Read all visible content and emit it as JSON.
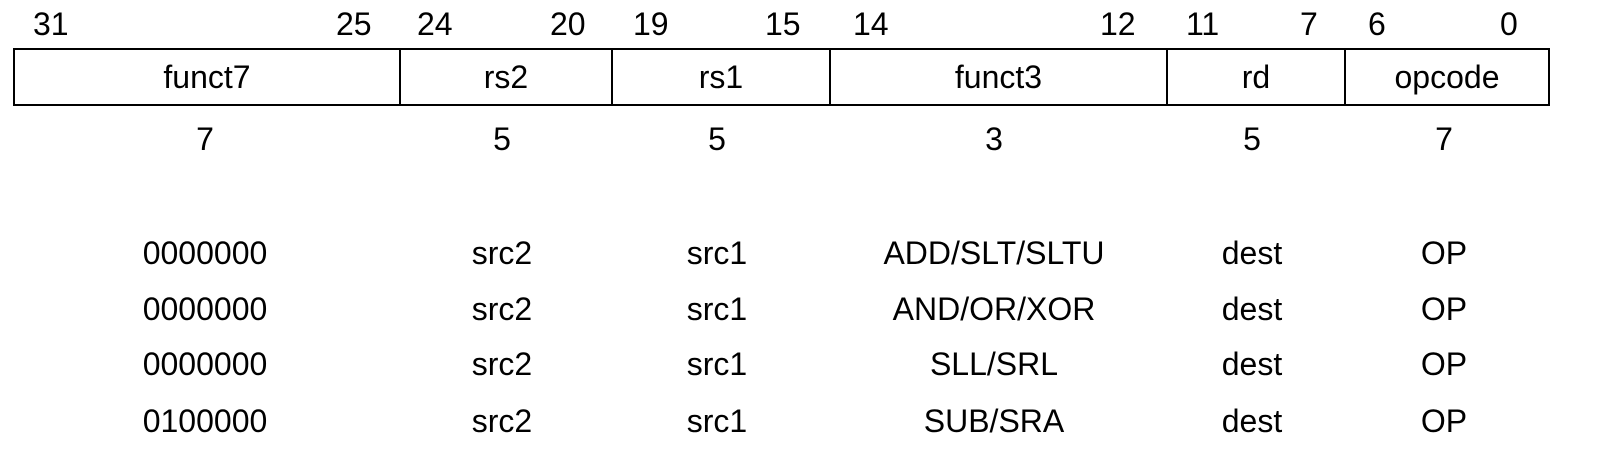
{
  "bit_numbers": [
    "31",
    "25",
    "24",
    "20",
    "19",
    "15",
    "14",
    "12",
    "11",
    "7",
    "6",
    "0"
  ],
  "fields": [
    {
      "name": "funct7",
      "width": "7"
    },
    {
      "name": "rs2",
      "width": "5"
    },
    {
      "name": "rs1",
      "width": "5"
    },
    {
      "name": "funct3",
      "width": "3"
    },
    {
      "name": "rd",
      "width": "5"
    },
    {
      "name": "opcode",
      "width": "7"
    }
  ],
  "encodings": [
    [
      "0000000",
      "src2",
      "src1",
      "ADD/SLT/SLTU",
      "dest",
      "OP"
    ],
    [
      "0000000",
      "src2",
      "src1",
      "AND/OR/XOR",
      "dest",
      "OP"
    ],
    [
      "0000000",
      "src2",
      "src1",
      "SLL/SRL",
      "dest",
      "OP"
    ],
    [
      "0100000",
      "src2",
      "src1",
      "SUB/SRA",
      "dest",
      "OP"
    ]
  ]
}
